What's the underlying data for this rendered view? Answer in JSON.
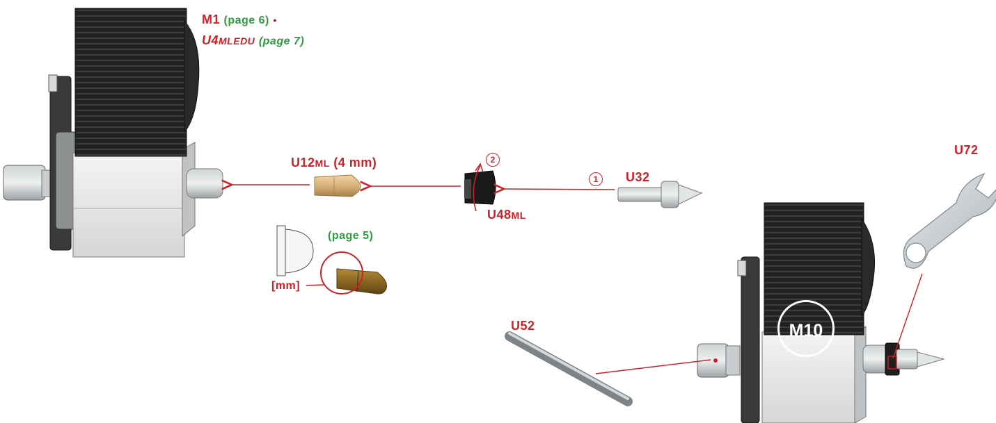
{
  "labels": {
    "m1": "M1",
    "m1_page": "(page 6)",
    "bullet": "•",
    "u4": "U4",
    "u4_small": "MLEDU",
    "u4_page": "(page 7)",
    "u12": "U12",
    "u12_small": "ML",
    "u12_size": "(4 mm)",
    "u48": "U48",
    "u48_small": "ML",
    "u32": "U32",
    "step1": "1",
    "step2": "2",
    "page5": "(page 5)",
    "mm": "[mm]",
    "u52": "U52",
    "u72": "U72",
    "m10": "M10"
  },
  "colors": {
    "red": "#d01f27",
    "green": "#2e9a3e",
    "motor_dark": "#1e1e1e",
    "motor_body": "#e6e6e6",
    "brass": "#d2a86a"
  }
}
